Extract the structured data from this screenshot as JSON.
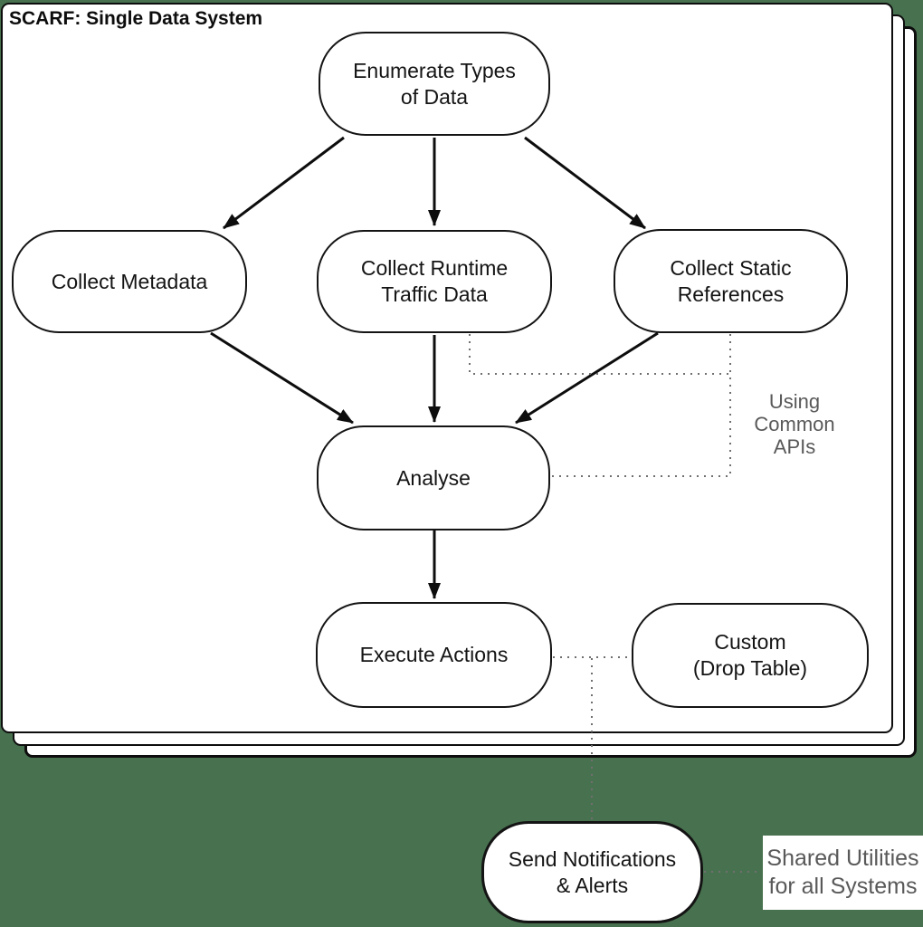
{
  "colors": {
    "background": "#48714F",
    "page_fill": "#ffffff",
    "line": "#0d0d0d",
    "dotted_line": "#6f6f6f",
    "annotation_text": "#595959"
  },
  "title": "SCARF: Single Data System",
  "nodes": {
    "enumerate": [
      "Enumerate Types",
      "of Data"
    ],
    "collect_metadata": [
      "Collect Metadata"
    ],
    "collect_runtime": [
      "Collect Runtime",
      "Traffic Data"
    ],
    "collect_static": [
      "Collect Static",
      "References"
    ],
    "analyse": [
      "Analyse"
    ],
    "execute_actions": [
      "Execute Actions"
    ],
    "custom": [
      "Custom",
      "(Drop Table)"
    ],
    "send_notifications": [
      "Send Notifications",
      "& Alerts"
    ]
  },
  "annotations": {
    "using_common_apis": [
      "Using",
      "Common",
      "APIs"
    ],
    "shared_utilities": [
      "Shared Utilities",
      "for all Systems"
    ]
  }
}
